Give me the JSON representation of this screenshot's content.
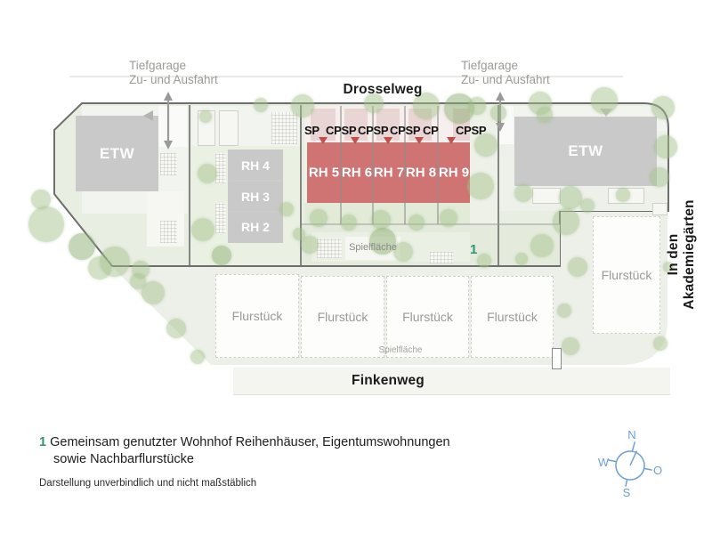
{
  "colors": {
    "site-green": "#e9eee3",
    "lower-green": "#edf0e9",
    "garden-green": "#e2ebd8",
    "paving": "#f2f4ef",
    "building-gray": "#c9c9c9",
    "building-red": "#cf7373",
    "parking-pink": "#e9d5d3",
    "parking-band": "#f6efee",
    "boundary": "#6e6e6e",
    "marker-green": "#2f9478",
    "triangle-red": "#c0504d",
    "compass-blue": "#6f9fd3",
    "label-gray": "#9b9b98",
    "street-black": "#1b1b1b"
  },
  "plan": {
    "street_top": "Drosselweg",
    "street_bottom": "Finkenweg",
    "street_right": "In den Akademiegärten",
    "garage_label_line1": "Tiefgarage",
    "garage_label_line2": "Zu- und Ausfahrt",
    "parking_labels": [
      "SP",
      "CPSP",
      "CPSP",
      "CPSP",
      "CP",
      "CPSP"
    ],
    "red_row_houses": [
      "RH 5",
      "RH 6",
      "RH 7",
      "RH 8",
      "RH 9"
    ],
    "gray_row_houses": [
      "RH 4",
      "RH 3",
      "RH 2"
    ],
    "etw_left": "ETW",
    "etw_right": "ETW",
    "bottom_plots": [
      "Flurstück",
      "Flurstück",
      "Flurstück",
      "Flurstück"
    ],
    "right_plot": "Flurstück",
    "play_area_mid": "Spielfläche",
    "play_area_bottom": "Spielfläche",
    "courtyard_marker": "1"
  },
  "legend": {
    "marker": "1",
    "text_line1": "Gemeinsam genutzter Wohnhof Reihenhäuser, Eigentumswohnungen",
    "text_line2": "sowie Nachbarflurstücke",
    "disclaimer": "Darstellung unverbindlich und nicht maßstäblich"
  },
  "compass": {
    "north": "N",
    "west": "W",
    "east": "O",
    "south": "S"
  }
}
